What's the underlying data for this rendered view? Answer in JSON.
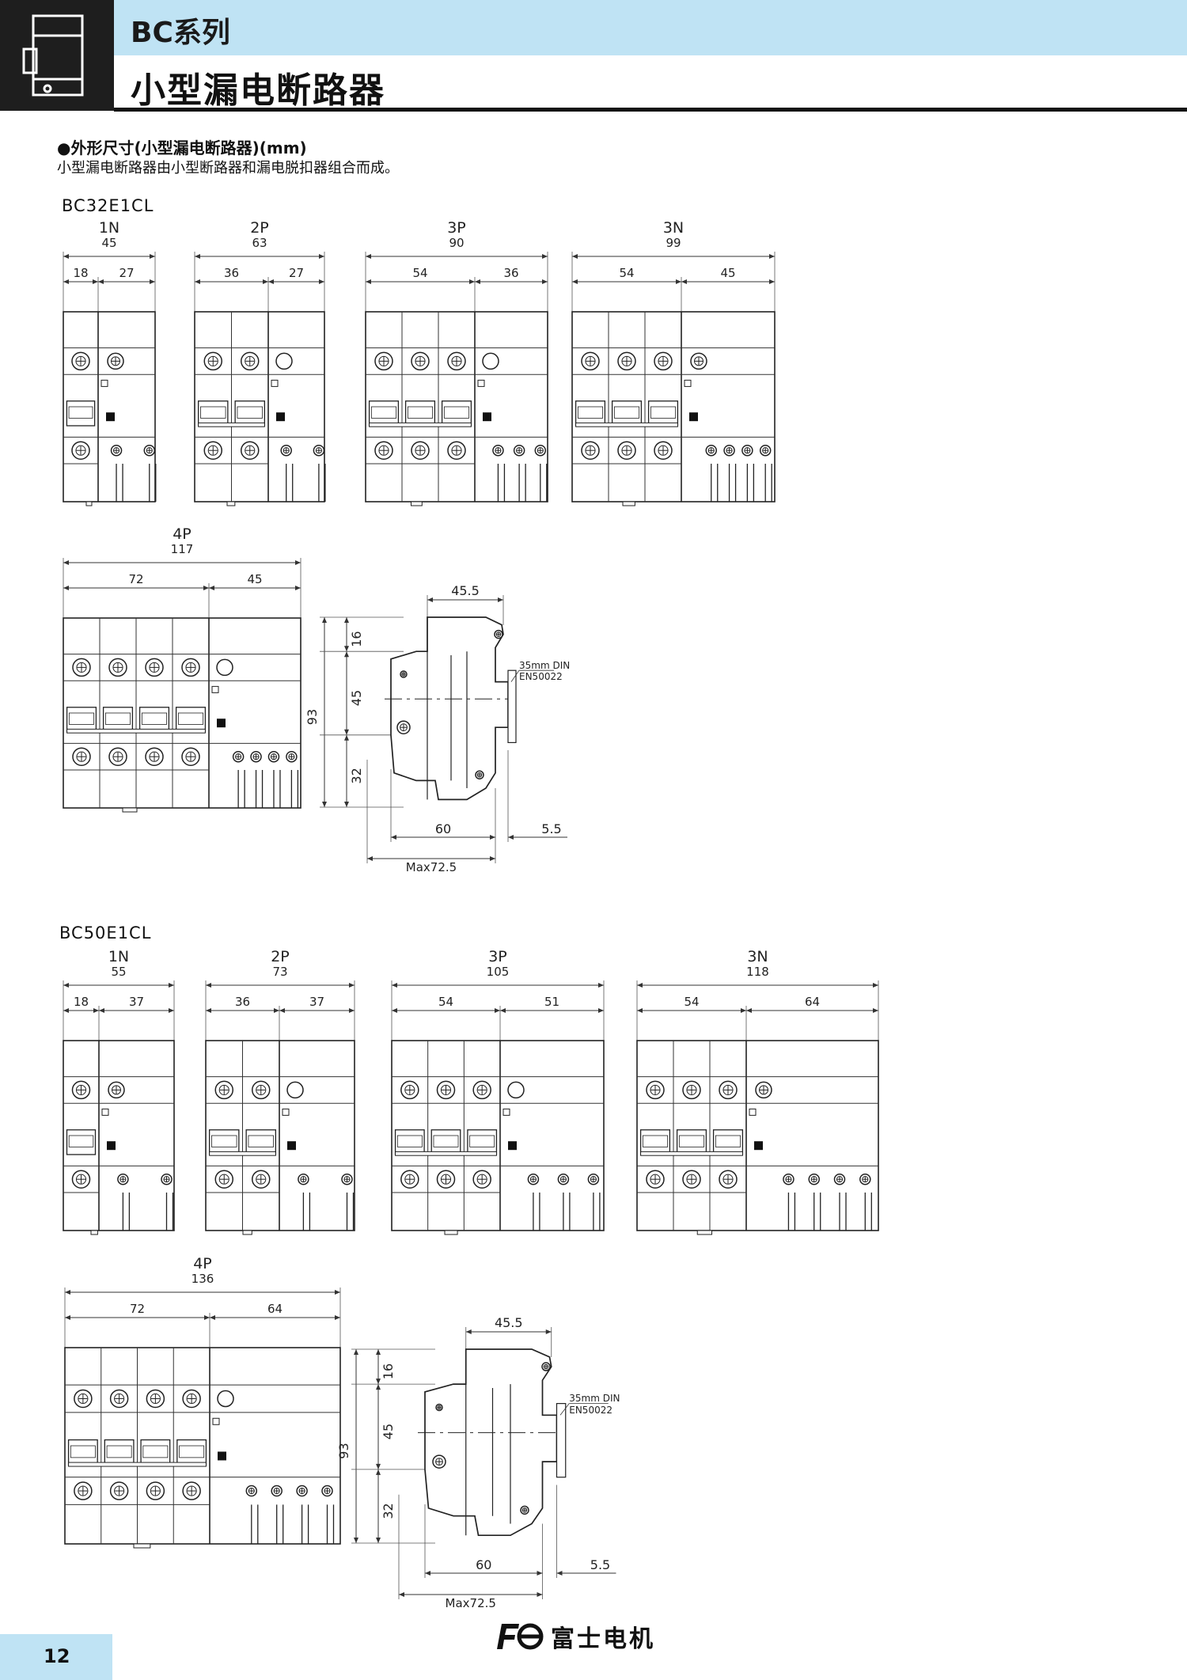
{
  "header": {
    "series": "BC系列",
    "title": "小型漏电断路器"
  },
  "section": {
    "heading": "●外形尺寸(小型漏电断路器)(mm)",
    "intro": "小型漏电断路器由小型断路器和漏电脱扣器组合而成。"
  },
  "models": [
    {
      "name": "BC32E1CL",
      "variants": [
        {
          "pole": "1N",
          "total": "45",
          "left": "18",
          "right": "27",
          "mcb_poles": 1,
          "rcd_terms": 2
        },
        {
          "pole": "2P",
          "total": "63",
          "left": "36",
          "right": "27",
          "mcb_poles": 2,
          "rcd_terms": 2
        },
        {
          "pole": "3P",
          "total": "90",
          "left": "54",
          "right": "36",
          "mcb_poles": 3,
          "rcd_terms": 3
        },
        {
          "pole": "3N",
          "total": "99",
          "left": "54",
          "right": "45",
          "mcb_poles": 3,
          "rcd_terms": 4
        },
        {
          "pole": "4P",
          "total": "117",
          "left": "72",
          "right": "45",
          "mcb_poles": 4,
          "rcd_terms": 4
        }
      ],
      "side": {
        "depth": "45.5",
        "h_top": "16",
        "h_mid": "45",
        "h_total": "93",
        "h_bot": "32",
        "w_60": "60",
        "w_55": "5.5",
        "max_w": "Max72.5",
        "din_1": "35mm DIN",
        "din_2": "EN50022"
      }
    },
    {
      "name": "BC50E1CL",
      "variants": [
        {
          "pole": "1N",
          "total": "55",
          "left": "18",
          "right": "37",
          "mcb_poles": 1,
          "rcd_terms": 2
        },
        {
          "pole": "2P",
          "total": "73",
          "left": "36",
          "right": "37",
          "mcb_poles": 2,
          "rcd_terms": 2
        },
        {
          "pole": "3P",
          "total": "105",
          "left": "54",
          "right": "51",
          "mcb_poles": 3,
          "rcd_terms": 3
        },
        {
          "pole": "3N",
          "total": "118",
          "left": "54",
          "right": "64",
          "mcb_poles": 3,
          "rcd_terms": 4
        },
        {
          "pole": "4P",
          "total": "136",
          "left": "72",
          "right": "64",
          "mcb_poles": 4,
          "rcd_terms": 4
        }
      ],
      "side": {
        "depth": "45.5",
        "h_top": "16",
        "h_mid": "45",
        "h_total": "93",
        "h_bot": "32",
        "w_60": "60",
        "w_55": "5.5",
        "max_w": "Max72.5",
        "din_1": "35mm DIN",
        "din_2": "EN50022"
      }
    }
  ],
  "footer": {
    "page": "12",
    "brand_logo": "Fe",
    "brand": "富士电机"
  }
}
